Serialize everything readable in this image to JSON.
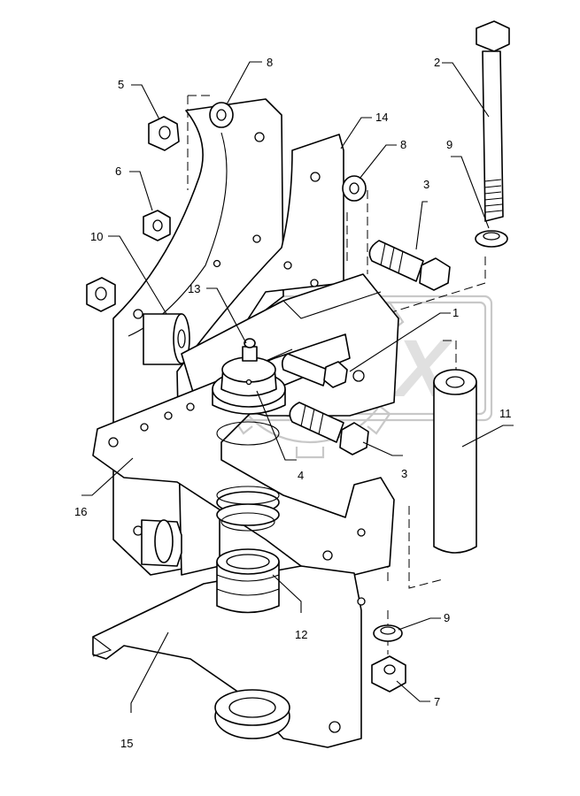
{
  "diagram": {
    "watermark": "OPEX",
    "callouts": [
      {
        "id": "1",
        "label": "1"
      },
      {
        "id": "2",
        "label": "2"
      },
      {
        "id": "3a",
        "label": "3"
      },
      {
        "id": "3b",
        "label": "3"
      },
      {
        "id": "4",
        "label": "4"
      },
      {
        "id": "5",
        "label": "5"
      },
      {
        "id": "6",
        "label": "6"
      },
      {
        "id": "7",
        "label": "7"
      },
      {
        "id": "8a",
        "label": "8"
      },
      {
        "id": "8b",
        "label": "8"
      },
      {
        "id": "9a",
        "label": "9"
      },
      {
        "id": "9b",
        "label": "9"
      },
      {
        "id": "10",
        "label": "10"
      },
      {
        "id": "11",
        "label": "11"
      },
      {
        "id": "12",
        "label": "12"
      },
      {
        "id": "13",
        "label": "13"
      },
      {
        "id": "14",
        "label": "14"
      },
      {
        "id": "15",
        "label": "15"
      },
      {
        "id": "16",
        "label": "16"
      }
    ]
  }
}
